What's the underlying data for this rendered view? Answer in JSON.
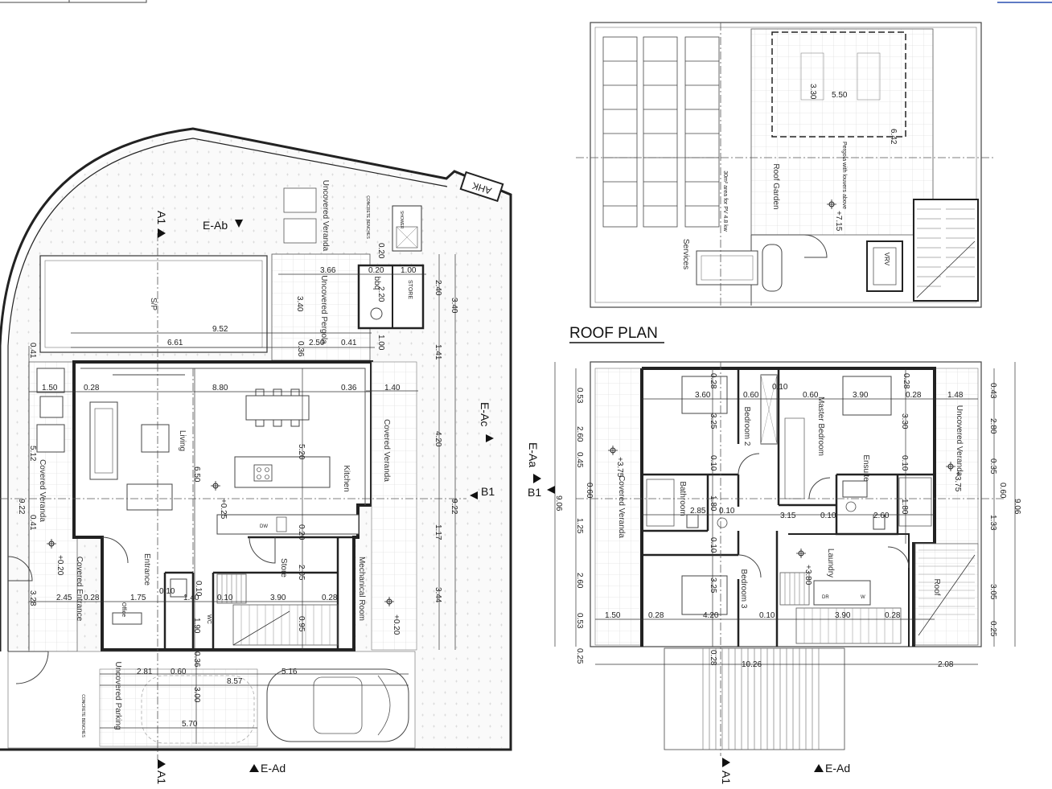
{
  "ground": {
    "sections": {
      "A1_top": "A1",
      "A1_bottom": "A1",
      "E_Ab": "E-Ab",
      "E_Ac": "E-Ac",
      "B1": "B1",
      "E_Ad": "E-Ad",
      "AHK": "AHK"
    },
    "rooms": {
      "uncovered_veranda": "Uncovered Veranda",
      "pool": "S/P",
      "uncovered_pergola": "Uncovered Pergola",
      "bbq": "bbq",
      "store_top": "STORE",
      "living": "Living",
      "kitchen": "Kitchen",
      "covered_veranda_right": "Covered Veranda",
      "covered_veranda_left": "Covered Veranda",
      "covered_entrance": "Covered Entrance",
      "entrance": "Entrance",
      "office": "Office",
      "wc": "WC",
      "store": "Store",
      "mechanical_room": "Mechanical Room",
      "uncovered_parking": "Uncovered Parking",
      "dw": "DW",
      "concrete_benches": "CONCRETE BENCHES",
      "shower": "SHOWER"
    },
    "levels": {
      "living": "+0.25",
      "entrance": "+0.20",
      "right": "+0.20"
    },
    "dims": {
      "d3_66": "3.66",
      "d0_20a": "0.20",
      "d1_00a": "1.00",
      "d0_20b": "0.20",
      "d2_20": "2.20",
      "d3_40a": "3.40",
      "d2_40": "2.40",
      "d3_40b": "3.40",
      "d9_52": "9.52",
      "d6_61": "6.61",
      "d2_50": "2.50",
      "d0_41a": "0.41",
      "d0_36a": "0.36",
      "d1_00b": "1.00",
      "d1_41": "1.41",
      "d0_41b": "0.41",
      "d1_50": "1.50",
      "d0_28a": "0.28",
      "d8_80": "8.80",
      "d0_36b": "0.36",
      "d1_40": "1.40",
      "d4_20": "4.20",
      "d5_12": "5.12",
      "d5_20": "5.20",
      "d6_50": "6.50",
      "d9_22a": "9.22",
      "d9_22b": "9.22",
      "d0_41c": "0.41",
      "d1_17": "1.17",
      "d0_20c": "0.20",
      "d2_05": "2.05",
      "d3_44": "3.44",
      "d3_28": "3.28",
      "d2_45": "2.45",
      "d0_28b": "0.28",
      "d1_75": "1.75",
      "d0_10a": "0.10",
      "d1_40b": "1.40",
      "d0_10b": "0.10",
      "d0_10c": "0.10",
      "d3_90": "3.90",
      "d0_28c": "0.28",
      "d1_90": "1.90",
      "d0_95": "0.95",
      "d0_36c": "0.36",
      "d2_81": "2.81",
      "d0_60": "0.60",
      "d5_16": "5.16",
      "d8_57": "8.57",
      "d3_00": "3.00",
      "d5_70": "5.70"
    }
  },
  "roof": {
    "title": "ROOF PLAN",
    "rooms": {
      "roof_garden": "Roof Garden",
      "pv_area": "30m² area for PV 4.8 kw",
      "pergola": "Pergola with louvers above",
      "services": "Services",
      "vrv": "VRV"
    },
    "level": "+7.15",
    "dims": {
      "d3_30": "3.30",
      "d5_50": "5.50",
      "d6_42": "6.42"
    }
  },
  "first": {
    "sections": {
      "E_Aa": "E-Aa",
      "B1": "B1",
      "A1": "A1",
      "E_Ad": "E-Ad"
    },
    "rooms": {
      "bedroom2": "Bedroom 2",
      "master": "Master Bedroom",
      "uncovered_veranda": "Uncovered Veranda",
      "covered_veranda": "Covered Veranda",
      "bathroom": "Bathroom",
      "ensuite": "Ensuite",
      "laundry": "Laundry",
      "bedroom3": "Bedroom 3",
      "roof": "Roof",
      "dr": "DR",
      "w": "W"
    },
    "levels": {
      "left": "+3.75",
      "right": "+3.75",
      "laundry": "+3.80"
    },
    "dims": {
      "d0_28a": "0.28",
      "d3_60": "3.60",
      "d0_60a": "0.60",
      "d0_10a": "0.10",
      "d0_60b": "0.60",
      "d3_90a": "3.90",
      "d0_28b": "0.28",
      "d1_48": "1.48",
      "d0_53a": "0.53",
      "d2_60a": "2.60",
      "d0_45": "0.45",
      "d0_60c": "0.60",
      "d1_25": "1.25",
      "d2_60b": "2.60",
      "d0_53b": "0.53",
      "d0_25a": "0.25",
      "d9_06a": "9.06",
      "d3_25a": "3.25",
      "d0_10b": "0.10",
      "d1_80a": "1.80",
      "d0_10c": "0.10",
      "d3_25b": "3.25",
      "d2_85": "2.85",
      "d0_10d": "0.10",
      "d3_15": "3.15",
      "d0_10e": "0.10",
      "d2_60c": "2.60",
      "d3_30": "3.30",
      "d0_10f": "0.10",
      "d1_80b": "1.80",
      "d0_43": "0.43",
      "d2_80": "2.80",
      "d0_35": "0.35",
      "d0_60d": "0.60",
      "d1_33": "1.33",
      "d3_05": "3.05",
      "d0_25b": "0.25",
      "d9_06b": "9.06",
      "d1_50": "1.50",
      "d0_28c": "0.28",
      "d4_20": "4.20",
      "d0_10g": "0.10",
      "d3_90b": "3.90",
      "d0_28d": "0.28",
      "d10_26": "10.26",
      "d0_28e": "0.28",
      "d2_08": "2.08"
    }
  }
}
